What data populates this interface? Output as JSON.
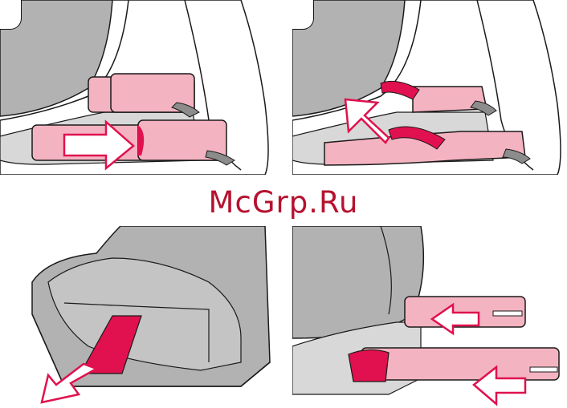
{
  "watermark": {
    "text": "McGrp.Ru"
  },
  "colors": {
    "seat_gray": "#b2b2b2",
    "seat_dark": "#8c8c8c",
    "strap_pink": "#f4b3c0",
    "accent_red": "#e0114e",
    "arrow_outline": "#e0114e",
    "line": "#1a1a1a"
  },
  "panels": [
    {
      "icon": "connector-slide-in-illustration"
    },
    {
      "icon": "connector-release-straps-illustration"
    },
    {
      "icon": "seat-pull-strap-illustration"
    },
    {
      "icon": "connector-retract-illustration"
    }
  ]
}
